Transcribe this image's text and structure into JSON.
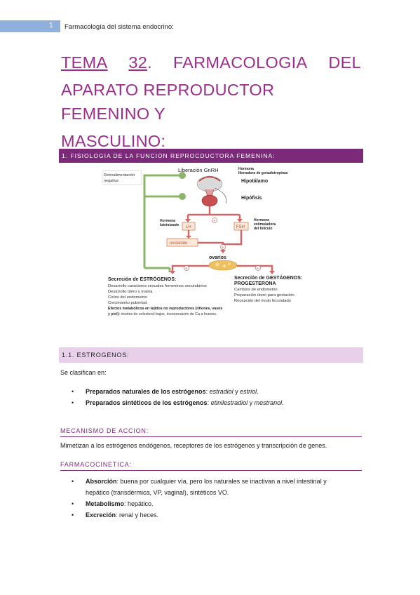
{
  "header": {
    "page_number": "1",
    "running_title": "Farmacología del sistema endocrino:"
  },
  "title": {
    "w1": "TEMA",
    "w2": "32",
    "w3": ".",
    "w4": "FARMACOLOGIA",
    "w5": "DEL",
    "line2": "APARATO REPRODUCTOR FEMENINO Y",
    "line3": "MASCULINO:"
  },
  "section1": {
    "heading": "1. FISIOLOGIA DE LA FUNCION REPROCDUCTORA FEMENINA:"
  },
  "diagram": {
    "feedback": [
      "Retroalimentación",
      "negativa"
    ],
    "gnrh": "Liberación GnRH",
    "hormone_gnrh": [
      "Hormona",
      "liberadora de gonadotropinas"
    ],
    "hipotalamo": "Hipotálamo",
    "hipofisis": "Hipófisis",
    "lh_hormone": [
      "Hormona",
      "luteinizante"
    ],
    "lh": "LH",
    "fsh": "FSH",
    "fsh_hormone": [
      "Hormona",
      "estimuladora",
      "del folículo"
    ],
    "ovulacion": "ovulación",
    "ovarios": "ovarios",
    "estrogenos_title": "Secreción de ESTRÓGENOS:",
    "estrogenos_items": [
      "Desarrollo caracteres sexuales femeninos secundarios",
      "Desarrollo útero y mama",
      "Ciclos del endometrio",
      "Crecimiento pubertad"
    ],
    "metabolic_line1": "Efectos metabólicos en tejidos no reproductores (riñones, vasos",
    "metabolic_line2_bold": "y piel):",
    "metabolic_line2_rest": " niveles de colesterol bajos, incorporación de Ca a huesos.",
    "gestagenos_title": [
      "Secreción de GESTÁGENOS:",
      "PROGESTERONA"
    ],
    "gestagenos_items": [
      "Cambios de endometrio",
      "Preparación útero para gestación",
      "Recepción del óvulo fecundado"
    ],
    "marks": [
      "+",
      "+",
      "+",
      "+",
      "+"
    ]
  },
  "sub1": {
    "heading": "1.1. ESTROGENOS:"
  },
  "intro": "Se clasifican en:",
  "classification": [
    {
      "bold": "Preparados naturales de los estrógenos",
      "sep": ": ",
      "i1": "estradiol",
      "mid": " y ",
      "i2": "estriol",
      "end": "."
    },
    {
      "bold": "Preparados sintéticos de los estrógenos",
      "sep": ": ",
      "i1": "etinilestradiol",
      "mid": " y ",
      "i2": "mestranol",
      "end": "."
    }
  ],
  "mecanismo": {
    "heading": "MECANISMO DE ACCION:",
    "text": "Mimetizan a los estrógenos endógenos, receptores de los estrógenos y transcripción de genes."
  },
  "farmacocinetica": {
    "heading": "FARMACOCINETICA:",
    "items": [
      {
        "bold": "Absorción",
        "text": ": buena por cualquier vía, pero los naturales se inactivan a nivel intestinal y",
        "text2": "hepático (transdérmica, VP, vaginal), sintéticos VO."
      },
      {
        "bold": "Metabolismo",
        "text": ": hepático."
      },
      {
        "bold": "Excreción",
        "text": ": renal y heces."
      }
    ]
  },
  "bullet_glyph": "•",
  "colors": {
    "accent": "#7b2a7a",
    "title": "#9b2d8f",
    "subbar": "#e8d0ea",
    "pagebar": "#8fb0da"
  }
}
